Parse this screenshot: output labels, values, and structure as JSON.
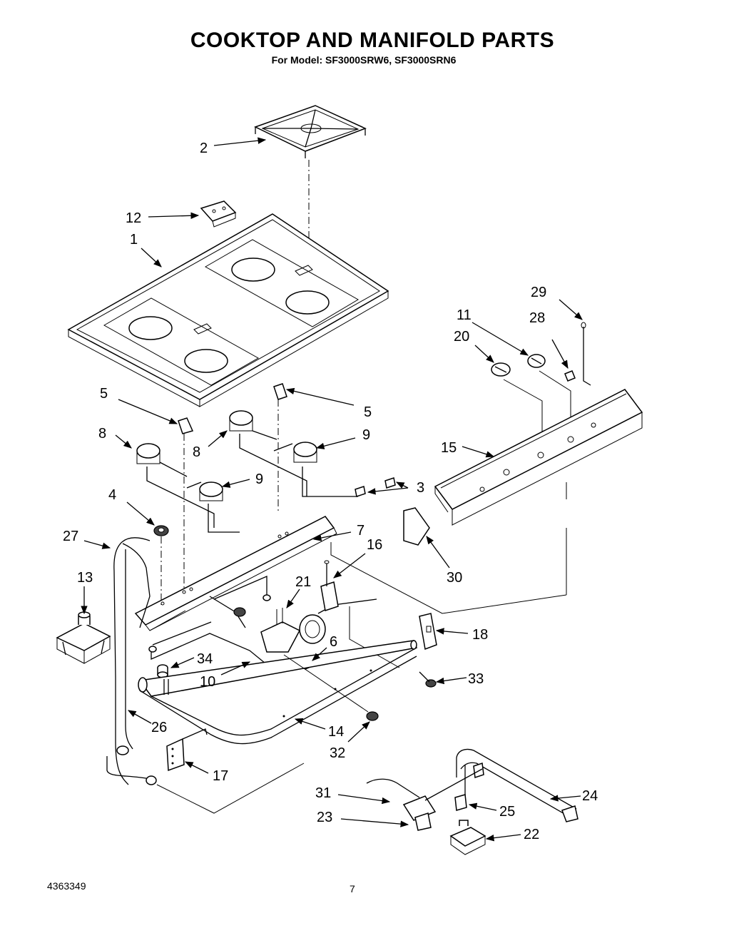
{
  "header": {
    "title": "COOKTOP AND MANIFOLD PARTS",
    "subtitle": "For Model: SF3000SRW6, SF3000SRN6"
  },
  "footer": {
    "doc_number": "4363349",
    "page_number": "7"
  },
  "callouts": [
    {
      "id": "c2",
      "label": "2"
    },
    {
      "id": "c12",
      "label": "12"
    },
    {
      "id": "c1",
      "label": "1"
    },
    {
      "id": "c29",
      "label": "29"
    },
    {
      "id": "c11",
      "label": "11"
    },
    {
      "id": "c28",
      "label": "28"
    },
    {
      "id": "c20",
      "label": "20"
    },
    {
      "id": "c5a",
      "label": "5"
    },
    {
      "id": "c5b",
      "label": "5"
    },
    {
      "id": "c8a",
      "label": "8"
    },
    {
      "id": "c8b",
      "label": "8"
    },
    {
      "id": "c9a",
      "label": "9"
    },
    {
      "id": "c9b",
      "label": "9"
    },
    {
      "id": "c15",
      "label": "15"
    },
    {
      "id": "c3",
      "label": "3"
    },
    {
      "id": "c4",
      "label": "4"
    },
    {
      "id": "c27",
      "label": "27"
    },
    {
      "id": "c7",
      "label": "7"
    },
    {
      "id": "c16",
      "label": "16"
    },
    {
      "id": "c13",
      "label": "13"
    },
    {
      "id": "c21",
      "label": "21"
    },
    {
      "id": "c30",
      "label": "30"
    },
    {
      "id": "c6",
      "label": "6"
    },
    {
      "id": "c18",
      "label": "18"
    },
    {
      "id": "c34",
      "label": "34"
    },
    {
      "id": "c10",
      "label": "10"
    },
    {
      "id": "c33",
      "label": "33"
    },
    {
      "id": "c26",
      "label": "26"
    },
    {
      "id": "c14",
      "label": "14"
    },
    {
      "id": "c32",
      "label": "32"
    },
    {
      "id": "c17",
      "label": "17"
    },
    {
      "id": "c24",
      "label": "24"
    },
    {
      "id": "c31",
      "label": "31"
    },
    {
      "id": "c25",
      "label": "25"
    },
    {
      "id": "c23",
      "label": "23"
    },
    {
      "id": "c22",
      "label": "22"
    }
  ]
}
